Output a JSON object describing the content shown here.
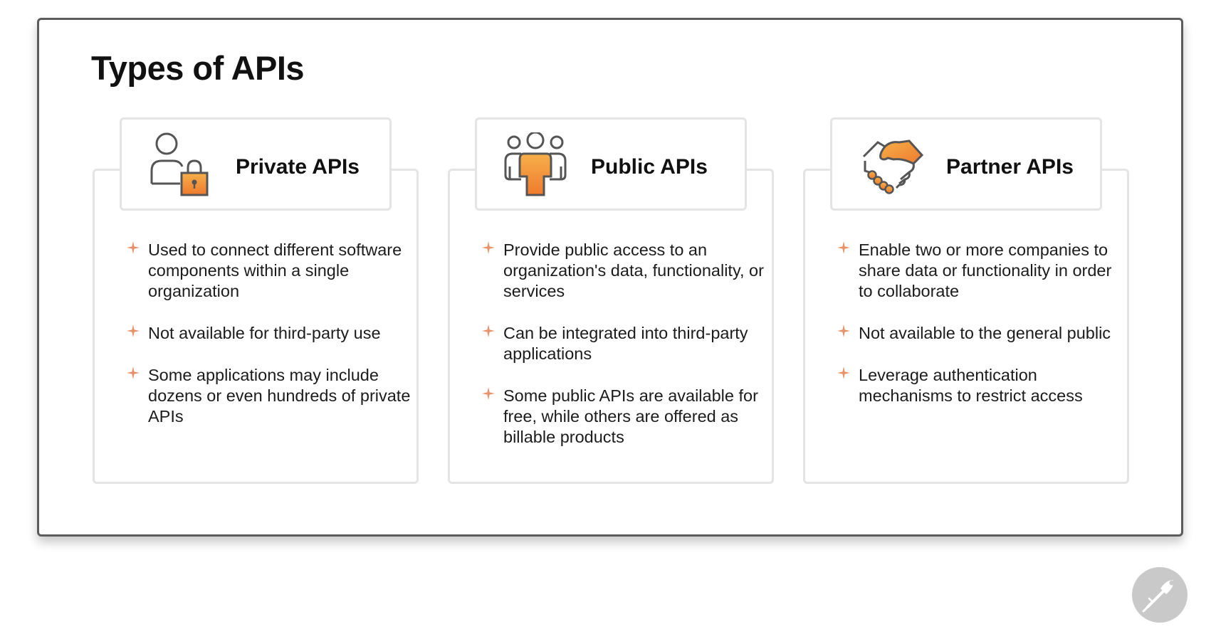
{
  "title": "Types of APIs",
  "colors": {
    "accent_orange": "#f08a32",
    "accent_gold": "#f6b04a",
    "bullet_star": "#e8926a",
    "card_border": "#e4e4e4",
    "frame_border": "#5c5c5c"
  },
  "cards": [
    {
      "label": "Private APIs",
      "icon": "person-with-padlock-icon",
      "bullets": [
        "Used to connect different software components within a single organization",
        "Not available for third-party use",
        "Some applications may include dozens or even hundreds of private APIs"
      ]
    },
    {
      "label": "Public APIs",
      "icon": "group-of-people-icon",
      "bullets": [
        "Provide public access to an organization's data, functionality, or services",
        "Can be integrated into third-party applications",
        "Some public APIs are available for free, while others are offered as billable products"
      ]
    },
    {
      "label": "Partner APIs",
      "icon": "handshake-icon",
      "bullets": [
        "Enable two or more companies to share data or functionality in order to collaborate",
        "Not available to the general public",
        "Leverage authentication mechanisms to restrict access"
      ]
    }
  ],
  "brand_icon": "postman-logo-icon"
}
